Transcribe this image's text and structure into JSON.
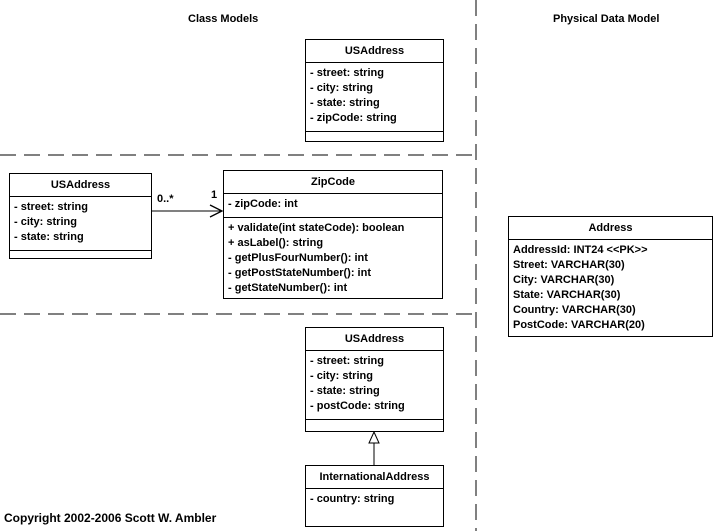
{
  "headings": {
    "class_models": "Class Models",
    "physical_data_model": "Physical Data Model"
  },
  "classes": {
    "usaddress_top": {
      "name": "USAddress",
      "attributes": [
        "- street: string",
        "- city: string",
        "- state: string",
        "- zipCode: string"
      ],
      "operations": []
    },
    "usaddress_mid": {
      "name": "USAddress",
      "attributes": [
        "- street: string",
        "- city: string",
        "- state: string"
      ],
      "operations": []
    },
    "zipcode": {
      "name": "ZipCode",
      "attributes": [
        "- zipCode: int"
      ],
      "operations": [
        "+ validate(int stateCode): boolean",
        "+ asLabel(): string",
        "- getPlusFourNumber(): int",
        "- getPostStateNumber(): int",
        "- getStateNumber(): int"
      ]
    },
    "usaddress_bottom": {
      "name": "USAddress",
      "attributes": [
        "- street: string",
        "- city: string",
        "- state: string",
        "- postCode: string"
      ],
      "operations": []
    },
    "international_address": {
      "name": "InternationalAddress",
      "attributes": [
        "- country: string"
      ]
    }
  },
  "tables": {
    "address": {
      "name": "Address",
      "columns": [
        "AddressId: INT24 <<PK>>",
        "Street: VARCHAR(30)",
        "City: VARCHAR(30)",
        "State: VARCHAR(30)",
        "Country: VARCHAR(30)",
        "PostCode: VARCHAR(20)"
      ]
    }
  },
  "association": {
    "source_multiplicity": "0..*",
    "target_multiplicity": "1"
  },
  "copyright": "Copyright 2002-2006 Scott W. Ambler"
}
